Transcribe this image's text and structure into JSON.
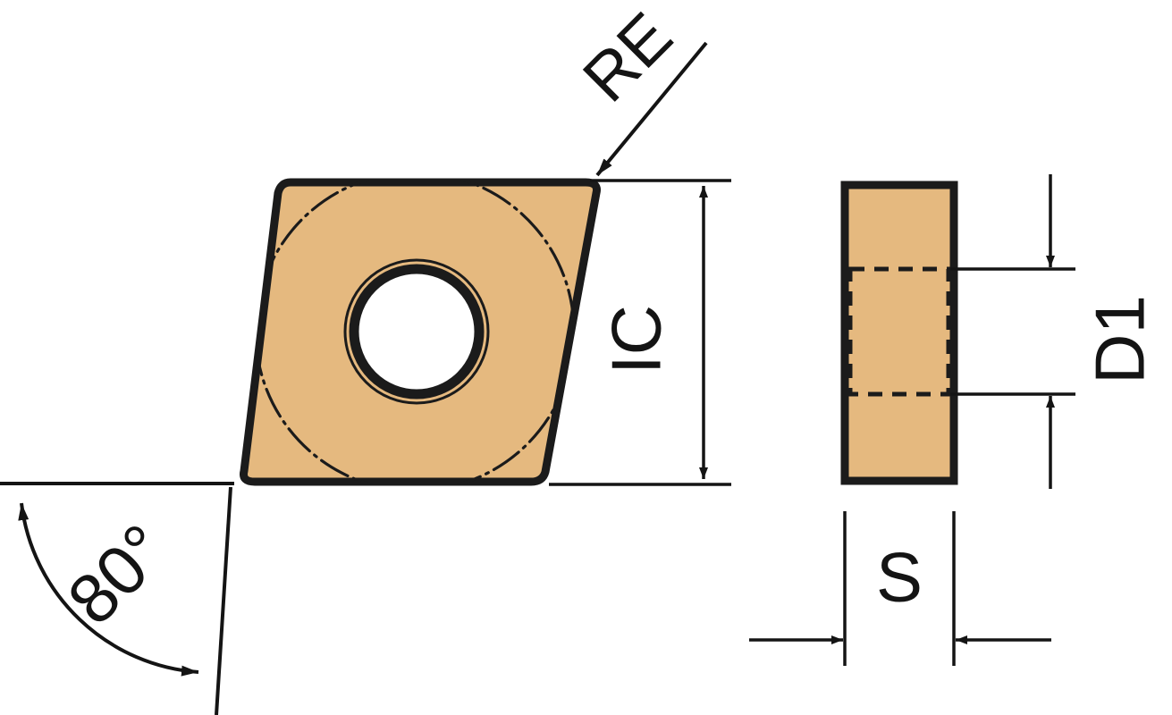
{
  "drawing": {
    "title": "Indexable cutting insert dimension drawing",
    "type": "engineering-dimension-drawing",
    "views": [
      {
        "name": "top-view",
        "shape": "rhombic-insert-80-degree",
        "description": "80 degree rhombic insert face view with central through hole"
      },
      {
        "name": "side-view",
        "shape": "rectangle",
        "description": "Side elevation of insert showing thickness and hole extent"
      }
    ],
    "colors": {
      "insert_fill": "#E5B97F",
      "outline": "#1B1B1B",
      "dimension_line": "#141414",
      "background": "#FFFFFF"
    }
  },
  "labels": {
    "re": {
      "text": "RE",
      "meaning": "corner-radius",
      "rotation_deg": -45
    },
    "ic": {
      "text": "IC",
      "meaning": "inscribed-circle-diameter",
      "rotation_deg": -90
    },
    "d1": {
      "text": "D1",
      "meaning": "hole-diameter",
      "rotation_deg": -90
    },
    "s": {
      "text": "S",
      "meaning": "insert-thickness",
      "rotation_deg": 0
    },
    "angle": {
      "text": "80°",
      "meaning": "included-corner-angle",
      "rotation_deg": -45
    }
  },
  "dimensions": {
    "ic": {
      "label": "IC",
      "arrow_style": "outward-both-ends",
      "orientation": "vertical"
    },
    "d1": {
      "label": "D1",
      "arrow_style": "inward-both-ends",
      "orientation": "vertical"
    },
    "s": {
      "label": "S",
      "arrow_style": "inward-both-ends",
      "orientation": "horizontal"
    },
    "re": {
      "label": "RE",
      "arrow_style": "single-leader",
      "orientation": "diagonal"
    },
    "angle": {
      "label": "80°",
      "arrow_style": "arc-both-ends",
      "orientation": "arc"
    }
  }
}
